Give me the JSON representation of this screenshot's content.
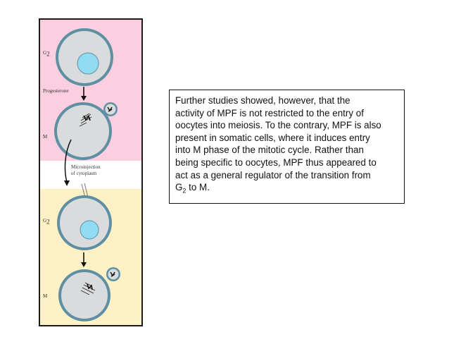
{
  "figure": {
    "colors": {
      "top_panel": "#fbcfe0",
      "middle_panel": "#ffffff",
      "bottom_panel": "#fdf1c5",
      "cell_fill": "#d9dbdd",
      "cell_ring": "#5f8fa3",
      "nucleus": "#8fdcf3"
    },
    "labels": {
      "g2_top": "G",
      "g2_top_sub": "2",
      "progesterone": "Progesterone",
      "m_top": "M",
      "microinjection_1": "Microinjection",
      "microinjection_2": "of cytoplasm",
      "g2_bottom": "G",
      "g2_bottom_sub": "2",
      "m_bottom": "M"
    }
  },
  "textbox": {
    "line1": "Further studies showed, however, that the",
    "line2": "activity of MPF is not restricted to the entry of",
    "line3": "oocytes into meiosis. To the contrary, MPF is also",
    "line4": "present in somatic cells, where it induces entry",
    "line5": "into M phase of the mitotic cycle. Rather than",
    "line6": "being specific to oocytes, MPF thus appeared to",
    "line7": "act as a general regulator of the transition from",
    "line8_prefix": "G",
    "line8_sub": "2",
    "line8_suffix": " to M."
  }
}
